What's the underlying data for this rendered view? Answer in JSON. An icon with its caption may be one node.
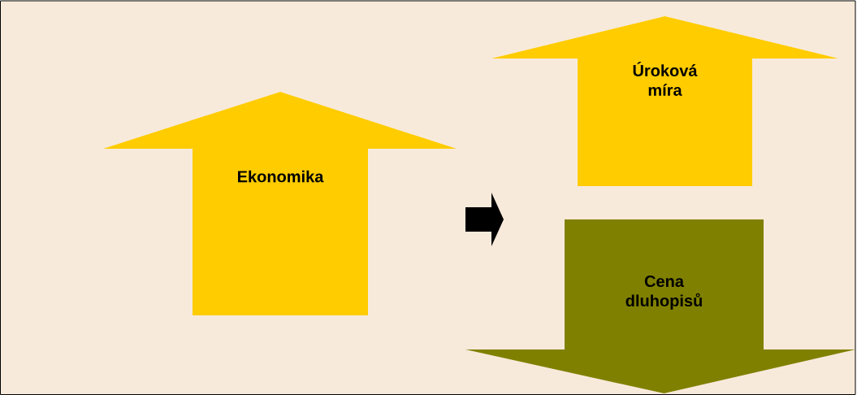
{
  "diagram": {
    "nodes": [
      {
        "text": [
          "Ekonomika"
        ]
      },
      {
        "text": [
          "Úroková míra"
        ]
      },
      {
        "text": [
          "Cena dluhopisů"
        ]
      }
    ],
    "edges": [
      {
        "from": 0,
        "to": 1,
        "arrow": "to"
      },
      {
        "from": 0,
        "to": 2,
        "arrow": "to"
      }
    ]
  }
}
